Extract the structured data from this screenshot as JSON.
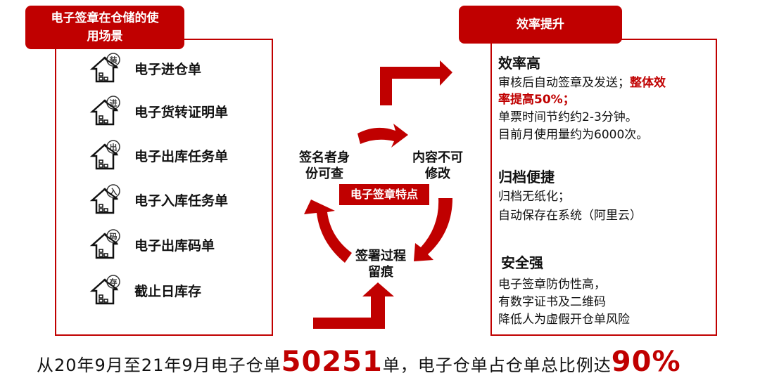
{
  "left_panel": {
    "title_line1": "电子签章在仓储的使",
    "title_line2": "用场景",
    "items": [
      {
        "label": "电子进仓单",
        "badge": "装"
      },
      {
        "label": "电子货转证明单",
        "badge": "进"
      },
      {
        "label": "电子出库任务单",
        "badge": "出"
      },
      {
        "label": "电子入库任务单",
        "badge": "入"
      },
      {
        "label": "电子出库码单",
        "badge": "码"
      },
      {
        "label": "截止日库存",
        "badge": "存"
      }
    ]
  },
  "center": {
    "title": "电子签章特点",
    "features": [
      "签名者身\n份可查",
      "内容不可\n修改",
      "签署过程\n留痕"
    ],
    "f1a": "签名者身",
    "f1b": "份可查",
    "f2a": "内容不可",
    "f2b": "修改",
    "f3a": "签署过程",
    "f3b": "留痕"
  },
  "right_panel": {
    "title": "效率提升",
    "s1": {
      "heading": "效率高",
      "l1": "审核后自动签章及发送；",
      "l1_red": "整体效",
      "l2_red": "率提高50%；",
      "l3": "单票时间节约约2-3分钟。",
      "l4": "目前月使用量约为6000次。"
    },
    "s2": {
      "heading": "归档便捷",
      "l1": "归档无纸化；",
      "l2": "自动保存在系统（阿里云）"
    },
    "s3": {
      "heading": "安全强",
      "l1": "电子签章防伪性高，",
      "l2": "有数字证书及二维码",
      "l3": "降低人为虚假开仓单风险"
    }
  },
  "footer": {
    "t1": "从20年9月至21年9月电子仓单",
    "n1": "50251",
    "t2": "单，电子仓单占仓单总比例达",
    "n2": "90%"
  },
  "colors": {
    "accent": "#c00000"
  }
}
